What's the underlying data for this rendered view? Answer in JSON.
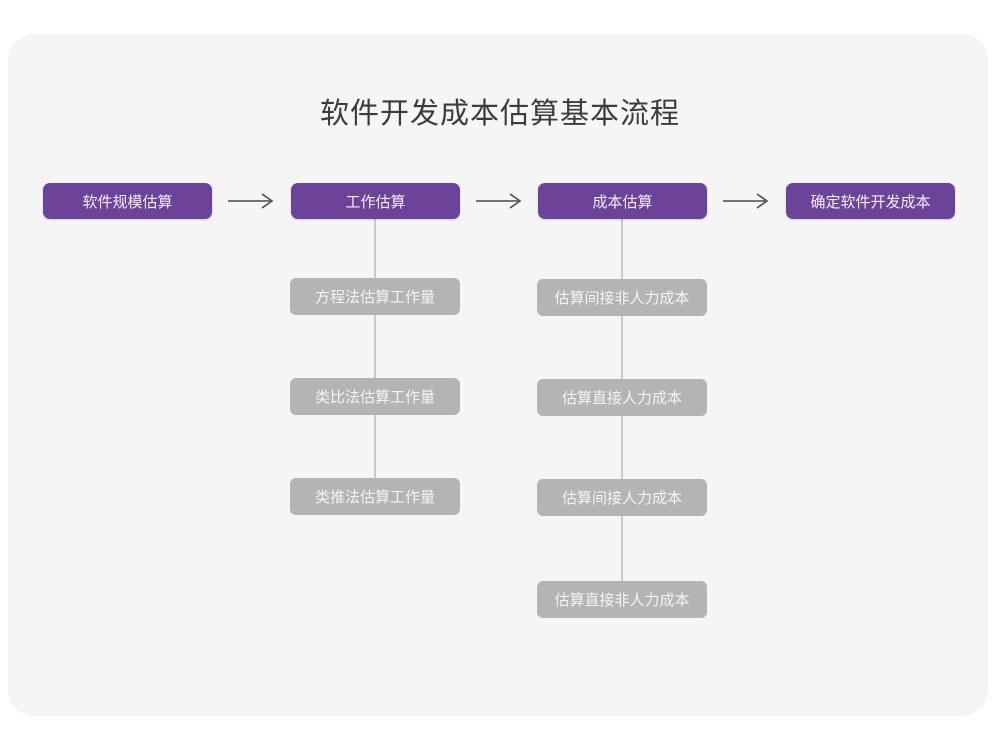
{
  "page": {
    "title": "软件开发成本估算基本流程",
    "background": "#ffffff",
    "card_color": "#f5f5f6",
    "primary_color": "#6b4398",
    "secondary_color": "#b4b4b4",
    "connector_color": "#cacaca",
    "arrow_color": "#4a4a4a",
    "title_color": "#3c3c3c"
  },
  "flow": {
    "main_steps": [
      {
        "label": "软件规模估算"
      },
      {
        "label": "工作估算"
      },
      {
        "label": "成本估算"
      },
      {
        "label": "确定软件开发成本"
      }
    ],
    "arrows": [
      {
        "glyph": "→"
      },
      {
        "glyph": "→"
      },
      {
        "glyph": "→"
      }
    ],
    "branches": [
      {
        "parent": "工作估算",
        "items": [
          {
            "label": "方程法估算工作量"
          },
          {
            "label": "类比法估算工作量"
          },
          {
            "label": "类推法估算工作量"
          }
        ]
      },
      {
        "parent": "成本估算",
        "items": [
          {
            "label": "估算间接非人力成本"
          },
          {
            "label": "估算直接人力成本"
          },
          {
            "label": "估算间接人力成本"
          },
          {
            "label": "估算直接非人力成本"
          }
        ]
      }
    ]
  }
}
